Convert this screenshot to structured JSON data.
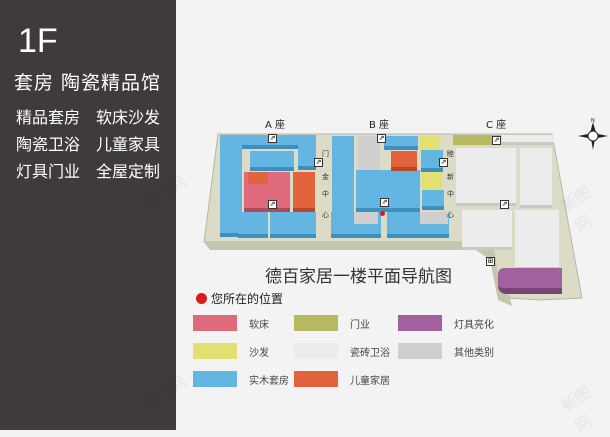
{
  "left_panel": {
    "floor": "1F",
    "hall": "套房 陶瓷精品馆",
    "categories": [
      "精品套房",
      "软床沙发",
      "陶瓷卫浴",
      "儿童家具",
      "灯具门业",
      "全屋定制"
    ]
  },
  "map": {
    "title": "德百家居一楼平面导航图",
    "blocks": [
      "A 座",
      "B 座",
      "C 座"
    ],
    "corridor1": [
      "门",
      "金",
      "中",
      "心"
    ],
    "corridor2": [
      "睦",
      "新",
      "中",
      "心"
    ],
    "compass": "N",
    "you_are_here": "您所在的位置"
  },
  "legend": [
    {
      "label": "软床",
      "color": "#de6a7b"
    },
    {
      "label": "门业",
      "color": "#b9b963"
    },
    {
      "label": "灯具亮化",
      "color": "#a3609e"
    },
    {
      "label": "沙发",
      "color": "#e2e070"
    },
    {
      "label": "瓷砖卫浴",
      "color": "#ececec"
    },
    {
      "label": "其他类别",
      "color": "#cfcfcf"
    },
    {
      "label": "实木套房",
      "color": "#64b6e2"
    },
    {
      "label": "儿童家居",
      "color": "#e2643c"
    }
  ],
  "watermark": "新图网"
}
